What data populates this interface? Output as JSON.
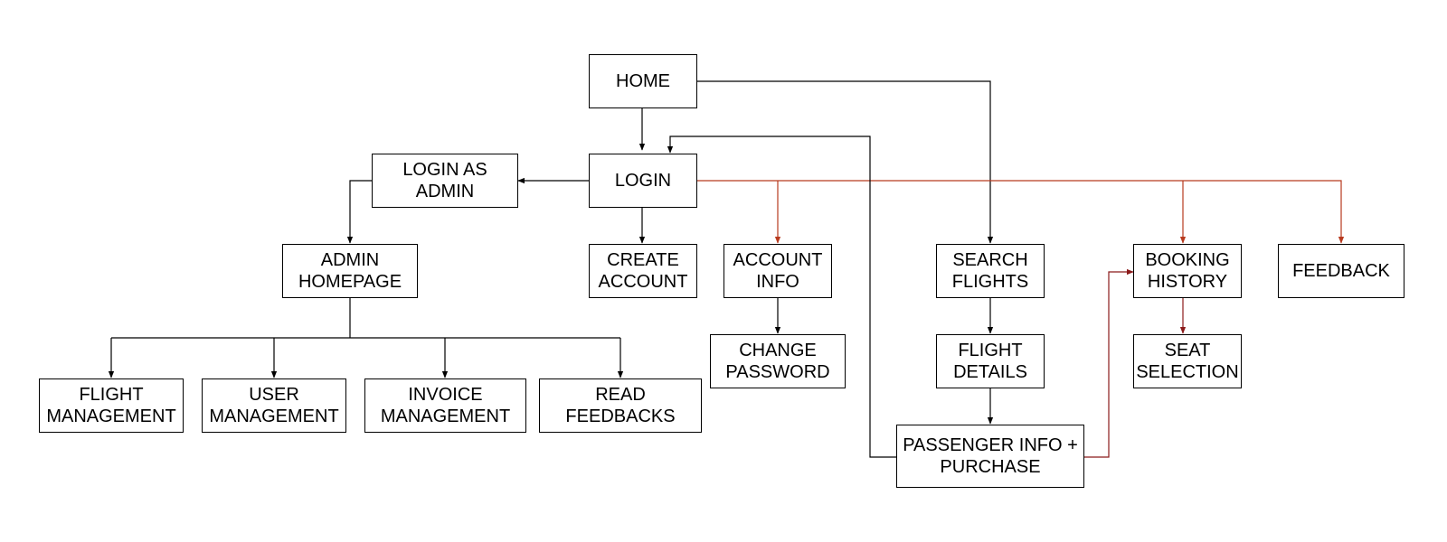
{
  "colors": {
    "plain_edge": "#000000",
    "highlight_edge": "#b83a1e",
    "dark_edge": "#8b1a1a"
  },
  "nodes": {
    "home": "HOME",
    "login": "LOGIN",
    "login_admin": "LOGIN AS\nADMIN",
    "admin_home": "ADMIN\nHOMEPAGE",
    "create_account": "CREATE\nACCOUNT",
    "account_info": "ACCOUNT\nINFO",
    "change_password": "CHANGE\nPASSWORD",
    "search_flights": "SEARCH\nFLIGHTS",
    "flight_details": "FLIGHT\nDETAILS",
    "passenger_info": "PASSENGER INFO +\nPURCHASE",
    "booking_history": "BOOKING\nHISTORY",
    "seat_selection": "SEAT\nSELECTION",
    "feedback": "FEEDBACK",
    "flight_mgmt": "FLIGHT\nMANAGEMENT",
    "user_mgmt": "USER\nMANAGEMENT",
    "invoice_mgmt": "INVOICE\nMANAGEMENT",
    "read_feedbacks": "READ\nFEEDBACKS"
  },
  "edges": [
    {
      "from": "HOME",
      "to": "LOGIN",
      "style": "plain"
    },
    {
      "from": "HOME",
      "to": "SEARCH FLIGHTS",
      "style": "plain"
    },
    {
      "from": "LOGIN",
      "to": "LOGIN AS ADMIN",
      "style": "plain"
    },
    {
      "from": "LOGIN",
      "to": "CREATE ACCOUNT",
      "style": "plain"
    },
    {
      "from": "LOGIN",
      "to": "ACCOUNT INFO",
      "style": "highlight"
    },
    {
      "from": "LOGIN",
      "to": "BOOKING HISTORY",
      "style": "highlight"
    },
    {
      "from": "LOGIN",
      "to": "FEEDBACK",
      "style": "highlight"
    },
    {
      "from": "LOGIN AS ADMIN",
      "to": "ADMIN HOMEPAGE",
      "style": "plain"
    },
    {
      "from": "ADMIN HOMEPAGE",
      "to": "FLIGHT MANAGEMENT",
      "style": "plain"
    },
    {
      "from": "ADMIN HOMEPAGE",
      "to": "USER MANAGEMENT",
      "style": "plain"
    },
    {
      "from": "ADMIN HOMEPAGE",
      "to": "INVOICE MANAGEMENT",
      "style": "plain"
    },
    {
      "from": "ADMIN HOMEPAGE",
      "to": "READ FEEDBACKS",
      "style": "plain"
    },
    {
      "from": "ACCOUNT INFO",
      "to": "CHANGE PASSWORD",
      "style": "plain"
    },
    {
      "from": "SEARCH FLIGHTS",
      "to": "FLIGHT DETAILS",
      "style": "plain"
    },
    {
      "from": "FLIGHT DETAILS",
      "to": "PASSENGER INFO + PURCHASE",
      "style": "plain"
    },
    {
      "from": "PASSENGER INFO + PURCHASE",
      "to": "LOGIN",
      "style": "plain"
    },
    {
      "from": "PASSENGER INFO + PURCHASE",
      "to": "BOOKING HISTORY",
      "style": "dark"
    },
    {
      "from": "BOOKING HISTORY",
      "to": "SEAT SELECTION",
      "style": "dark"
    }
  ]
}
